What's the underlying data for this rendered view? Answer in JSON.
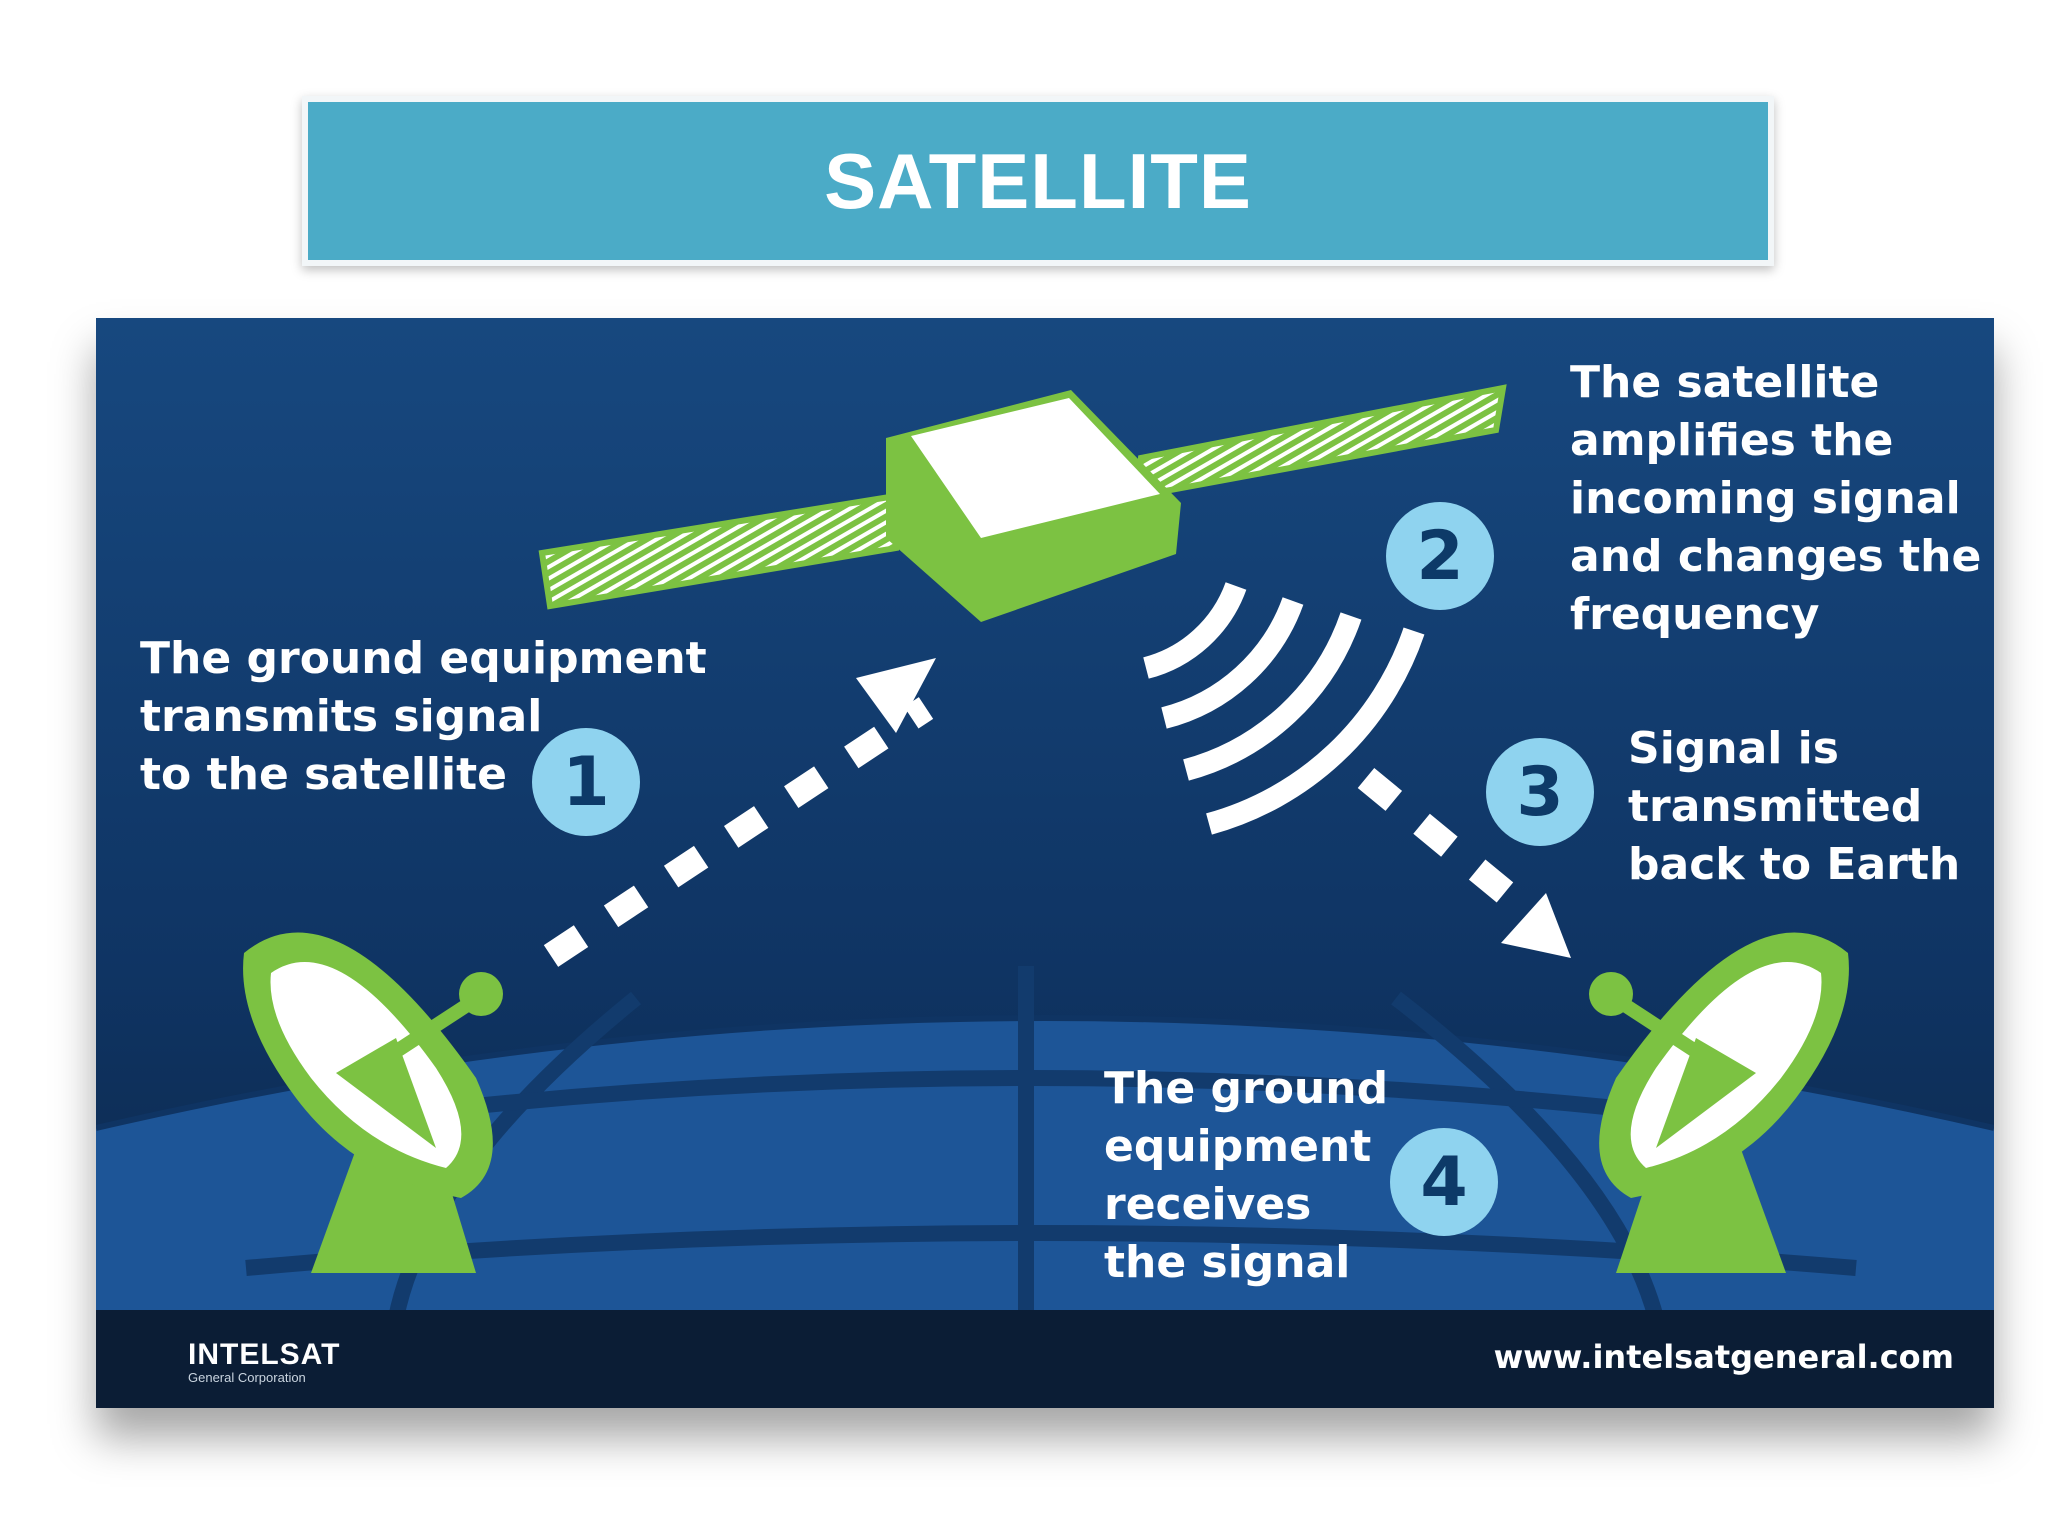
{
  "title": "SATELLITE",
  "steps": [
    {
      "number": "1",
      "caption": "The ground equipment\ntransmits signal\nto the satellite"
    },
    {
      "number": "2",
      "caption": "The satellite\namplifies the\nincoming signal\nand changes the\nfrequency"
    },
    {
      "number": "3",
      "caption": "Signal is\ntransmitted\nback to Earth"
    },
    {
      "number": "4",
      "caption": "The ground\nequipment\nreceives\nthe signal"
    }
  ],
  "logo": {
    "name": "INTELSAT",
    "tagline": "General Corporation"
  },
  "url": "www.intelsatgeneral.com",
  "colors": {
    "title_bar": "#4babc7",
    "background_top": "#15467e",
    "background_bottom": "#0b2545",
    "accent_green": "#7cc242",
    "step_circle": "#8fd3ef"
  }
}
